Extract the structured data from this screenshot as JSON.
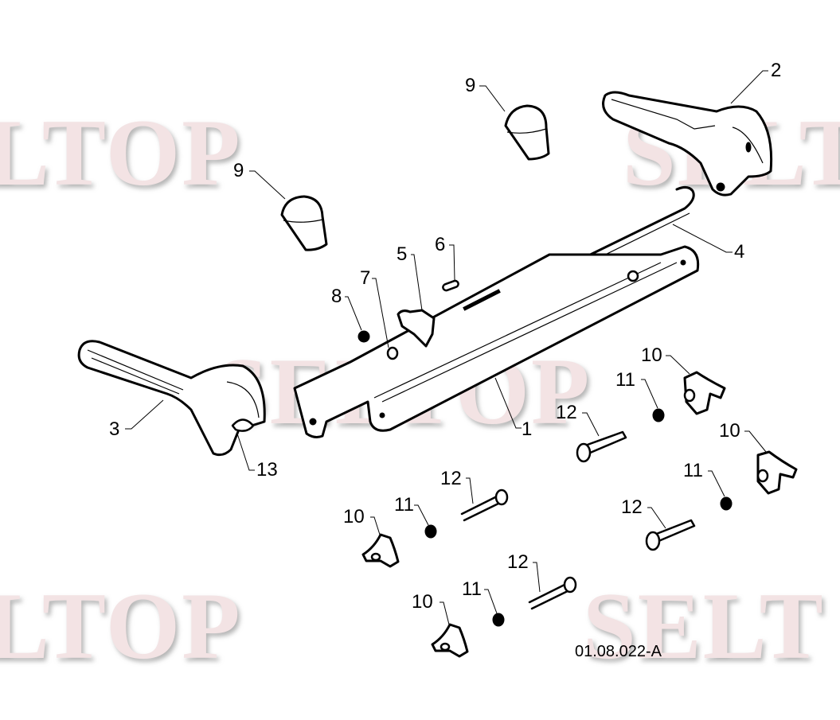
{
  "diagram": {
    "type": "exploded-parts-diagram",
    "drawing_code": "01.08.022-A",
    "watermark": {
      "text": "SELTOP",
      "color": "#f3e3e4",
      "instances": [
        {
          "visible_text": "LTOP",
          "position": "top-left"
        },
        {
          "visible_text": "SELT",
          "position": "top-right"
        },
        {
          "visible_text": "SELTOP",
          "position": "center"
        },
        {
          "visible_text": "LTOP",
          "position": "bottom-left"
        },
        {
          "visible_text": "SELT",
          "position": "bottom-right"
        }
      ]
    },
    "callouts": [
      {
        "id": "c1",
        "label": "1",
        "part": "slide-rail"
      },
      {
        "id": "c2",
        "label": "2",
        "part": "right-lever-handle"
      },
      {
        "id": "c3",
        "label": "3",
        "part": "left-lever-handle"
      },
      {
        "id": "c4",
        "label": "4",
        "part": "release-rod"
      },
      {
        "id": "c5",
        "label": "5",
        "part": "bracket"
      },
      {
        "id": "c6",
        "label": "6",
        "part": "screw"
      },
      {
        "id": "c7",
        "label": "7",
        "part": "bushing"
      },
      {
        "id": "c8",
        "label": "8",
        "part": "nut"
      },
      {
        "id": "c9a",
        "label": "9",
        "part": "knob-cap"
      },
      {
        "id": "c9b",
        "label": "9",
        "part": "knob-cap"
      },
      {
        "id": "c10a",
        "label": "10",
        "part": "star-knob"
      },
      {
        "id": "c10b",
        "label": "10",
        "part": "star-knob"
      },
      {
        "id": "c10c",
        "label": "10",
        "part": "star-knob"
      },
      {
        "id": "c10d",
        "label": "10",
        "part": "star-knob"
      },
      {
        "id": "c11a",
        "label": "11",
        "part": "washer"
      },
      {
        "id": "c11b",
        "label": "11",
        "part": "washer"
      },
      {
        "id": "c11c",
        "label": "11",
        "part": "washer"
      },
      {
        "id": "c11d",
        "label": "11",
        "part": "washer"
      },
      {
        "id": "c12a",
        "label": "12",
        "part": "bolt"
      },
      {
        "id": "c12b",
        "label": "12",
        "part": "bolt"
      },
      {
        "id": "c12c",
        "label": "12",
        "part": "bolt"
      },
      {
        "id": "c12d",
        "label": "12",
        "part": "bolt"
      },
      {
        "id": "c13",
        "label": "13",
        "part": "spring"
      }
    ]
  }
}
